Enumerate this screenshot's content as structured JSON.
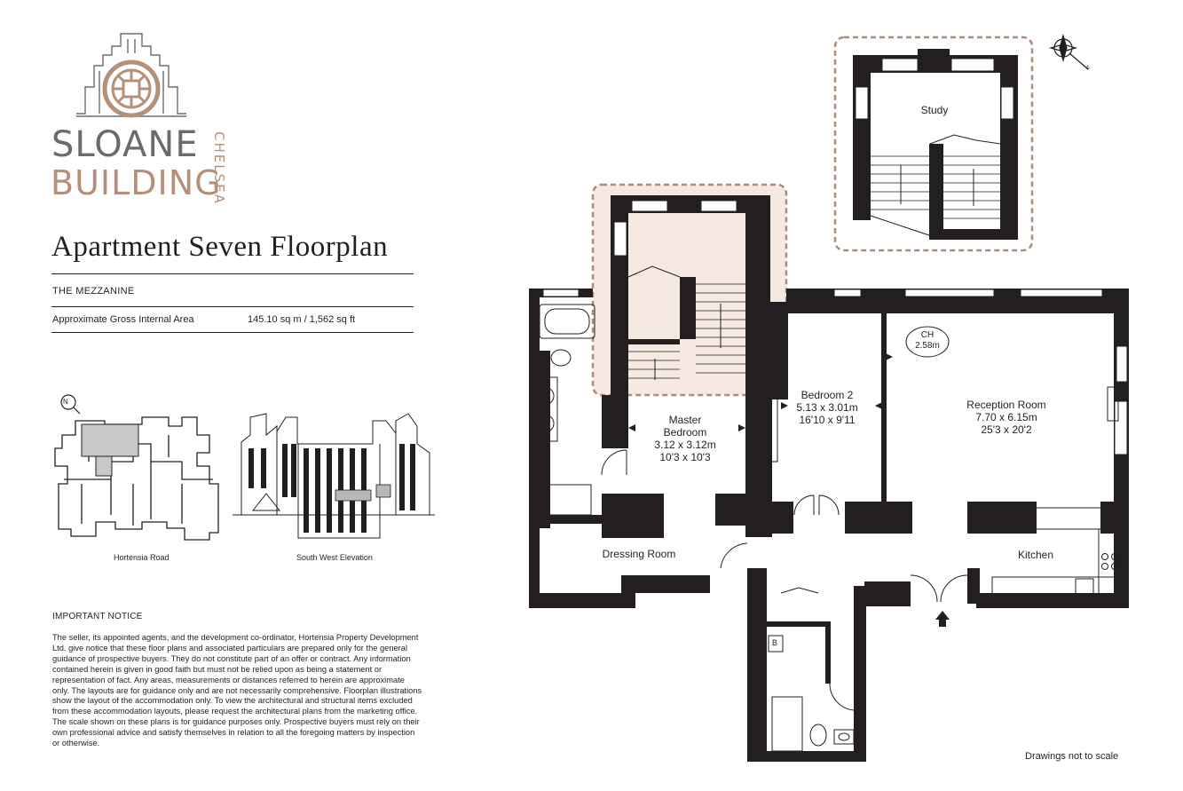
{
  "brand": {
    "line1": "SLOANE",
    "line2": "BUILDING",
    "district": "CHELSEA",
    "colors": {
      "grey": "#6b6b6b",
      "copper": "#b68f7b"
    }
  },
  "title": "Apartment Seven Floorplan",
  "level": "THE MEZZANINE",
  "area": {
    "label": "Approximate Gross Internal Area",
    "value": "145.10 sq m  /  1,562 sq ft"
  },
  "key_plans": {
    "north_marker": "N",
    "plan_caption": "Hortensia Road",
    "elevation_caption": "South West Elevation"
  },
  "notice": {
    "title": "IMPORTANT NOTICE",
    "body": "The seller, its appointed agents, and the development co-ordinator, Hortensia Property Development Ltd. give notice that these floor plans and associated particulars are prepared only for the general guidance of prospective buyers. They do not constitute part of an offer or contract. Any information contained herein is given in good faith but must not be relied upon as being a statement or representation of fact. Any areas, measurements or distances referred to herein are approximate only. The layouts are for guidance only and are not necessarily comprehensive. Floorplan illustrations show the layout of the accommodation only. To view the architectural and structural items excluded from these accommodation layouts, please request the architectural plans from the marketing office. The scale shown on these plans is for guidance purposes only. Prospective buyers must rely on their own professional advice and satisfy themselves in relation to all the foregoing matters by inspection or otherwise."
  },
  "rooms": {
    "study": {
      "name": "Study"
    },
    "master": {
      "name1": "Master",
      "name2": "Bedroom",
      "metric": "3.12 x 3.12m",
      "imperial": "10'3 x 10'3"
    },
    "bedroom2": {
      "name": "Bedroom 2",
      "metric": "5.13 x 3.01m",
      "imperial": "16'10 x 9'11"
    },
    "reception": {
      "name": "Reception Room",
      "metric": "7.70 x 6.15m",
      "imperial": "25'3 x 20'2"
    },
    "dressing": {
      "name": "Dressing Room"
    },
    "kitchen": {
      "name": "Kitchen"
    }
  },
  "ceiling": {
    "label": "CH",
    "height": "2.58m"
  },
  "boiler": "B",
  "compass": "N",
  "scale_note": "Drawings not to scale",
  "colors": {
    "wall": "#231f20",
    "highlight": "#f6e9e2",
    "outline": "#b08b7a"
  }
}
